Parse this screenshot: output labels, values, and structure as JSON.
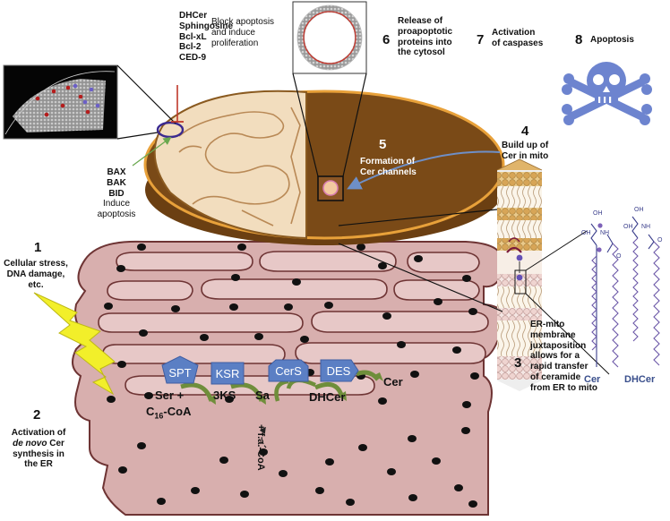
{
  "top_labels": {
    "inhibitors": [
      "DHCer",
      "Sphingosine",
      "Bcl-xL",
      "Bcl-2",
      "CED-9"
    ],
    "inhibitor_effect": [
      "Block apoptosis",
      "and induce",
      "proliferation"
    ],
    "inducers": [
      "BAX",
      "BAK",
      "BID"
    ],
    "inducer_effect": [
      "Induce",
      "apoptosis"
    ]
  },
  "steps": [
    {
      "num": "1",
      "text": [
        "Cellular stress,",
        "DNA damage,",
        "etc."
      ]
    },
    {
      "num": "2",
      "line1": "Activation of",
      "line2_italic": "de novo",
      "line2_rest": " Cer",
      "line3": "synthesis in",
      "line4": "the ER"
    },
    {
      "num": "3",
      "text": [
        "ER-mito",
        "membrane",
        "juxtaposition",
        "allows for a",
        "rapid transfer",
        "of ceramide",
        "from ER to mito"
      ]
    },
    {
      "num": "4",
      "text": [
        "Build up of",
        "Cer in mito"
      ]
    },
    {
      "num": "5",
      "text": [
        "Formation of",
        "Cer channels"
      ]
    },
    {
      "num": "6",
      "text": [
        "Release of",
        "proapoptotic",
        "proteins into",
        "the cytosol"
      ]
    },
    {
      "num": "7",
      "text": [
        "Activation",
        "of caspases"
      ]
    },
    {
      "num": "8",
      "text": [
        "Apoptosis"
      ]
    }
  ],
  "enzymes": [
    "SPT",
    "KSR",
    "CerS",
    "DES"
  ],
  "pathway": {
    "ser": "Ser +",
    "c16_main": "C",
    "c16_sub": "16",
    "c16_rest": "-CoA",
    "ks": "3KS",
    "sa": "Sa",
    "dhcer": "DHCer",
    "cer": "Cer",
    "facoa": "+ f.a.-CoA"
  },
  "molecules": {
    "left": "Cer",
    "right": "DHCer"
  },
  "colors": {
    "er_fill": "#d8afae",
    "er_stroke": "#6e3434",
    "mito_outer": "#7a4a17",
    "mito_inner": "#f2ddbe",
    "enzyme": "#5b7fc4",
    "arrow_green": "#6f8e3b",
    "skull": "#6d84cf",
    "bolt": "#f2ef2a",
    "inhibit_red": "#c0392b",
    "channel_arrow": "#6e8fc7",
    "molecule_label": "#3a4f8c"
  },
  "icons": [
    "lightning-bolt-icon",
    "skull-crossbones-icon",
    "membrane-patch-icon",
    "ceramide-channel-icon",
    "lipid-bilayer-icon"
  ]
}
